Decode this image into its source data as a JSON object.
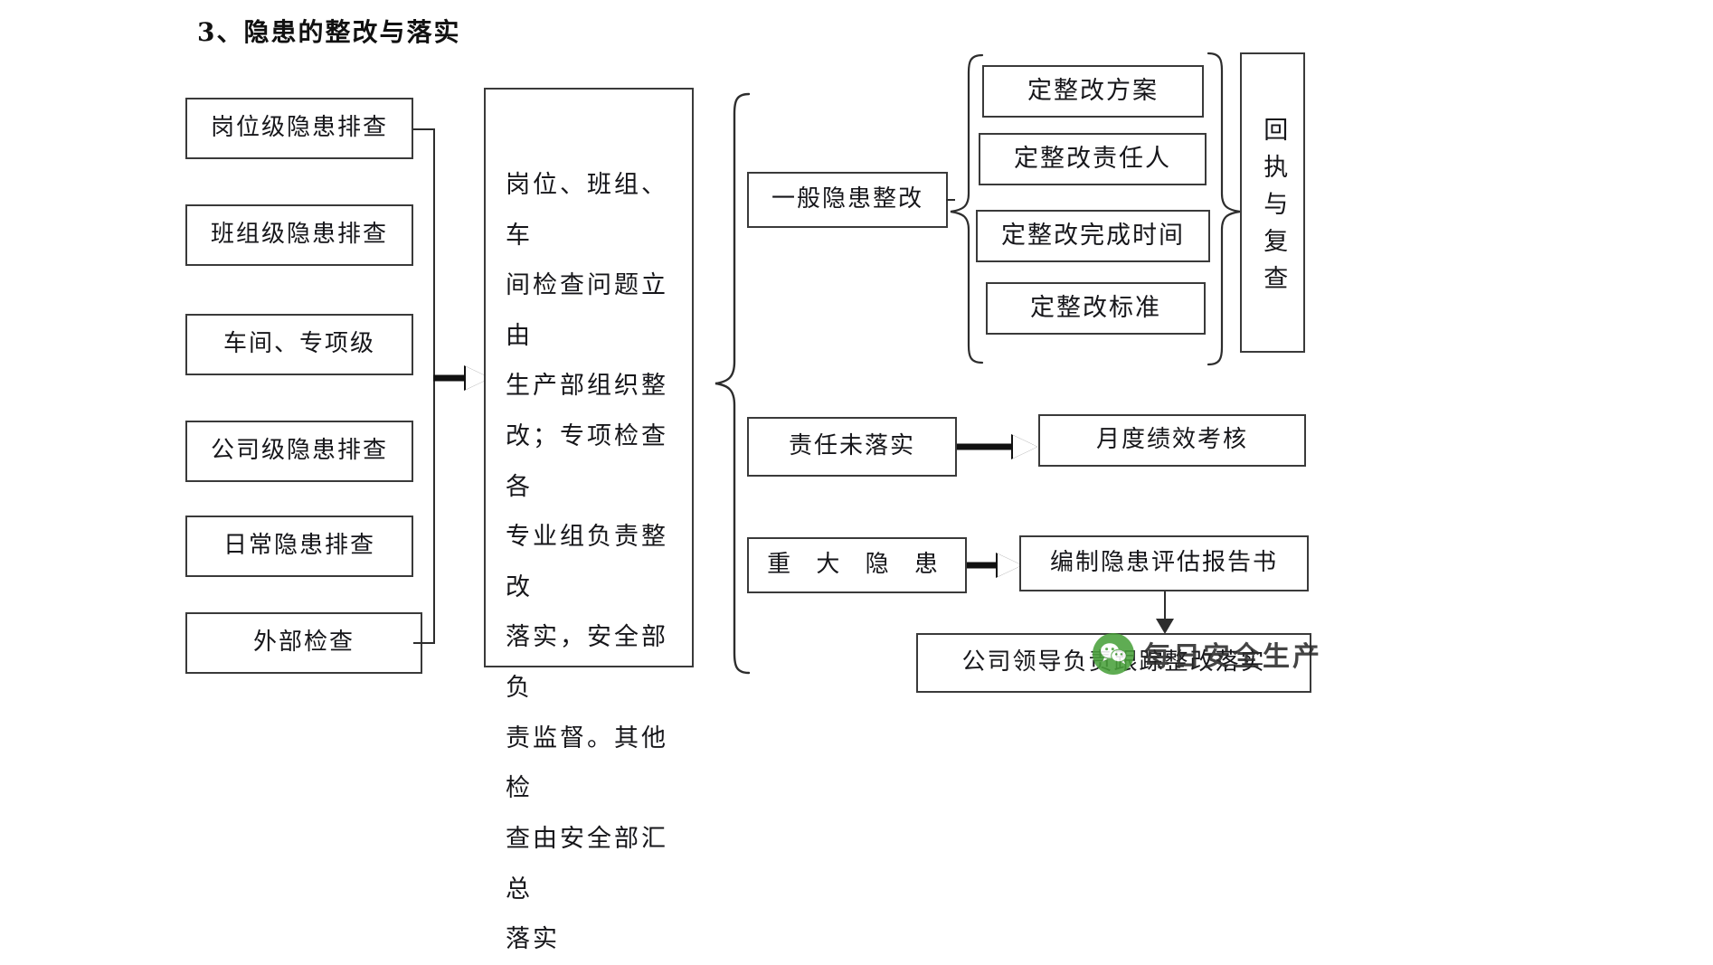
{
  "title": "3、隐患的整改与落实",
  "left_column": {
    "items": [
      {
        "label": "岗位级隐患排查"
      },
      {
        "label": "班组级隐患排查"
      },
      {
        "label": "车间、专项级"
      },
      {
        "label": "公司级隐患排查"
      },
      {
        "label": "日常隐患排查"
      },
      {
        "label": "外部检查"
      }
    ]
  },
  "center": {
    "lines": [
      "岗位、班组、车",
      "间检查问题立由",
      "生产部组织整",
      "改；专项检查各",
      "专业组负责整改",
      "落实，安全部负",
      "责监督。其他检",
      "查由安全部汇总",
      "落实"
    ]
  },
  "right": {
    "general_rectification": "一般隐患整改",
    "general_sub_items": [
      {
        "label": "定整改方案"
      },
      {
        "label": "定整改责任人"
      },
      {
        "label": "定整改完成时间"
      },
      {
        "label": "定整改标准"
      }
    ],
    "receipt_review": "回执与复查",
    "responsibility_unfulfilled": "责任未落实",
    "monthly_kpi": "月度绩效考核",
    "major_hazard": "重 大 隐 患",
    "hazard_report": "编制隐患评估报告书",
    "leader_followup": "公司领导负责跟踪整改落实"
  },
  "watermark": {
    "text": "每日安全生产",
    "logo": "wechat-icon"
  },
  "colors": {
    "border": "#3a3a3a",
    "line": "#2d2d2d",
    "text": "#16161a",
    "watermark_green": "#4aa13c"
  }
}
